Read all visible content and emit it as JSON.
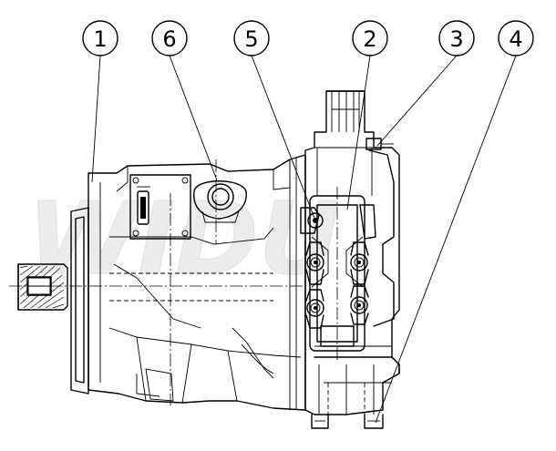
{
  "watermark": "WIDU",
  "callouts": [
    {
      "id": "1",
      "label": "1"
    },
    {
      "id": "6",
      "label": "6"
    },
    {
      "id": "5",
      "label": "5"
    },
    {
      "id": "2",
      "label": "2"
    },
    {
      "id": "3",
      "label": "3"
    },
    {
      "id": "4",
      "label": "4"
    }
  ]
}
